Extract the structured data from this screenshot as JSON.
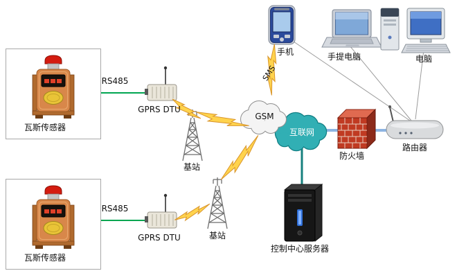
{
  "diagram": {
    "sensor1": {
      "label": "瓦斯传感器"
    },
    "sensor2": {
      "label": "瓦斯传感器"
    },
    "dtu1": {
      "label": "GPRS  DTU"
    },
    "dtu2": {
      "label": "GPRS  DTU"
    },
    "base1": {
      "label": "基站"
    },
    "base2": {
      "label": "基站"
    },
    "gsm_cloud": {
      "label": "GSM"
    },
    "internet_cloud": {
      "label": "互联网"
    },
    "phone": {
      "label": "手机"
    },
    "laptop": {
      "label": "手提电脑"
    },
    "desktop": {
      "label": "电脑"
    },
    "firewall": {
      "label": "防火墙"
    },
    "router": {
      "label": "路由器"
    },
    "server": {
      "label": "控制中心服务器"
    },
    "link_rs485_top": {
      "label": "RS485"
    },
    "link_rs485_bottom": {
      "label": "RS485"
    },
    "link_sms": {
      "label": "SMS"
    }
  },
  "colors": {
    "lightning_yellow": "#FFD34D",
    "lightning_outline": "#D9952B",
    "rs485_green": "#00A651",
    "lan_blue": "#8DB4E2",
    "server_link_teal": "#17807E",
    "internet_teal": "#31AFB4",
    "internet_outline": "#127F84",
    "gsm_cloud_fill": "#F4F4F4",
    "firewall_red": "#C03A22",
    "sensor_orange": "#D8874A",
    "sensor_cap_red": "#D41C10",
    "sensor_button_yellow": "#E9C437"
  }
}
